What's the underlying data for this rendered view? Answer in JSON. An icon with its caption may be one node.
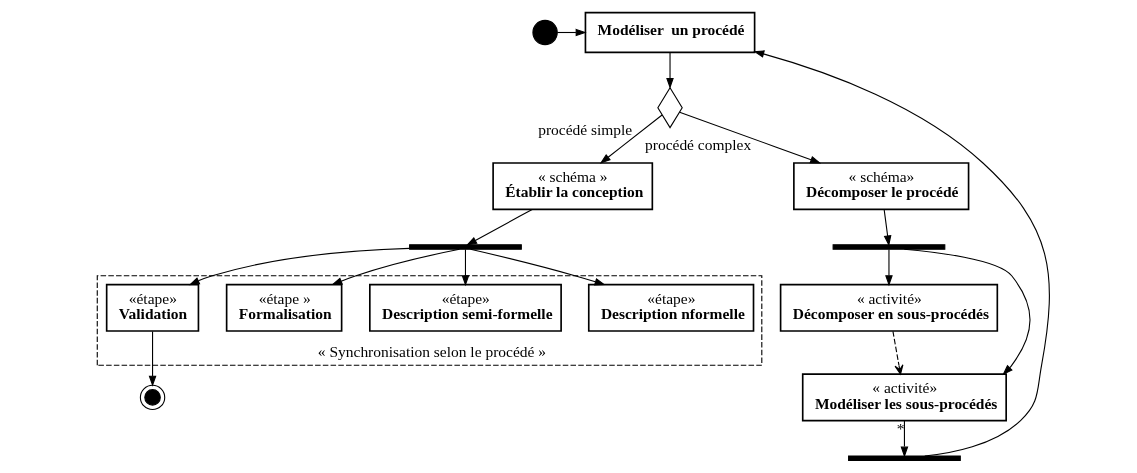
{
  "diagram": {
    "nodes": [
      {
        "text": [],
        "shape": "circle"
      },
      {
        "text": [
          "Modéliser  un procédé"
        ]
      },
      {
        "text": [],
        "shape": "diamond"
      },
      {
        "text": [
          "« schéma »",
          "Établir la conception"
        ]
      },
      {
        "text": [
          "« schéma»",
          "Décomposer le procédé"
        ]
      },
      {
        "text": [],
        "shape": "bar"
      },
      {
        "text": [
          "« Synchronisation selon le procédé »"
        ]
      },
      {
        "text": [
          "«étape»",
          "Description nformelle"
        ],
        "in": 6
      },
      {
        "text": [
          "«étape»",
          "Description semi-formelle"
        ],
        "in": 6
      },
      {
        "text": [
          "«étape »",
          "Formalisation"
        ],
        "in": 6
      },
      {
        "text": [
          "«étape»",
          "Validation"
        ],
        "in": 6
      },
      {
        "text": [],
        "shape": "bar"
      },
      {
        "text": [
          "« activité»",
          "Décomposer en sous-procédés"
        ]
      },
      {
        "text": [
          "« activité»",
          "Modéliser les sous-procédés"
        ]
      },
      {
        "text": [],
        "shape": "circle"
      },
      {
        "text": [],
        "shape": "bar"
      }
    ],
    "edges": [
      {
        "from": 0,
        "to": 1,
        "arrow": "to"
      },
      {
        "from": 15,
        "to": 1,
        "arrow": "to"
      },
      {
        "from": 1,
        "to": 2,
        "arrow": "to"
      },
      {
        "from": 2,
        "to": 3,
        "label": "procédé simple",
        "arrow": "to"
      },
      {
        "from": 2,
        "to": 4,
        "label": "procédé complex",
        "arrow": "to"
      },
      {
        "from": 3,
        "to": 5,
        "arrow": "to"
      },
      {
        "from": 5,
        "to": 7,
        "arrow": "to"
      },
      {
        "from": 5,
        "to": 8,
        "arrow": "to"
      },
      {
        "from": 5,
        "to": 9,
        "arrow": "to"
      },
      {
        "from": 5,
        "to": 10,
        "arrow": "to"
      },
      {
        "from": 4,
        "to": 11,
        "arrow": "to"
      },
      {
        "from": 11,
        "to": 12,
        "arrow": "to"
      },
      {
        "from": 11,
        "to": 13,
        "arrow": "to"
      },
      {
        "from": 12,
        "to": 13,
        "arrow": "to",
        "style": "dashed"
      },
      {
        "from": 10,
        "to": 14,
        "arrow": "to"
      },
      {
        "from": 13,
        "to": 15,
        "label": "*",
        "arrow": "to"
      }
    ]
  }
}
